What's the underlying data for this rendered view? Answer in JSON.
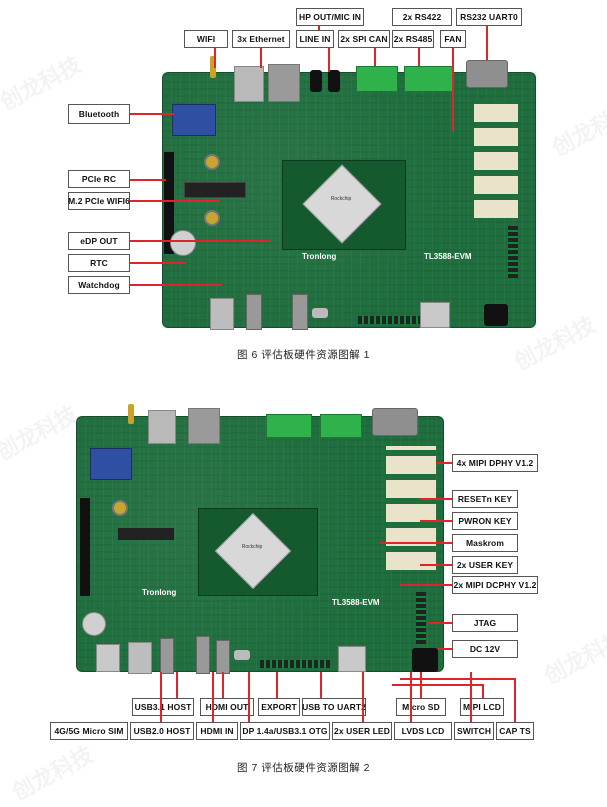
{
  "figure1": {
    "caption": "图 6 评估板硬件资源图解 1",
    "labels": {
      "wifi": "WIFI",
      "ethernet": "3x Ethernet",
      "hp_out": "HP OUT/MIC IN",
      "line_in": "LINE IN",
      "spi_can": "2x SPI CAN",
      "rs422": "2x RS422",
      "rs485": "2x RS485",
      "rs232": "RS232 UART0",
      "fan": "FAN",
      "bluetooth": "Bluetooth",
      "pcie_rc": "PCIe RC",
      "m2_wifi": "M.2 PCIe WIFI6",
      "edp_out": "eDP OUT",
      "rtc": "RTC",
      "watchdog": "Watchdog"
    },
    "silkscreen": {
      "brand": "Tronlong",
      "model": "TL3588-EVM",
      "soc": "Rockchip"
    }
  },
  "figure2": {
    "caption": "图 7 评估板硬件资源图解 2",
    "labels": {
      "mipi_dphy": "4x MIPI DPHY V1.2",
      "reset_key": "RESETn KEY",
      "pwron_key": "PWRON KEY",
      "maskrom": "Maskrom",
      "user_key": "2x USER KEY",
      "mipi_dcphy": "2x MIPI DCPHY V1.2",
      "jtag": "JTAG",
      "dc12v": "DC 12V",
      "usb31_host": "USB3.1 HOST",
      "hdmi_out": "HDMI OUT",
      "export": "EXPORT",
      "usb_uart2": "USB TO UART2",
      "micro_sd": "Micro SD",
      "mipi_lcd": "MIPI LCD",
      "sim": "4G/5G Micro SIM",
      "usb20_host": "USB2.0 HOST",
      "hdmi_in": "HDMI IN",
      "dp_otg": "DP 1.4a/USB3.1 OTG",
      "user_led": "2x USER LED",
      "lvds_lcd": "LVDS LCD",
      "switch": "SWITCH",
      "cap_ts": "CAP TS"
    },
    "silkscreen": {
      "brand": "Tronlong",
      "model": "TL3588-EVM",
      "soc": "Rockchip"
    }
  },
  "watermark": "创龙科技"
}
